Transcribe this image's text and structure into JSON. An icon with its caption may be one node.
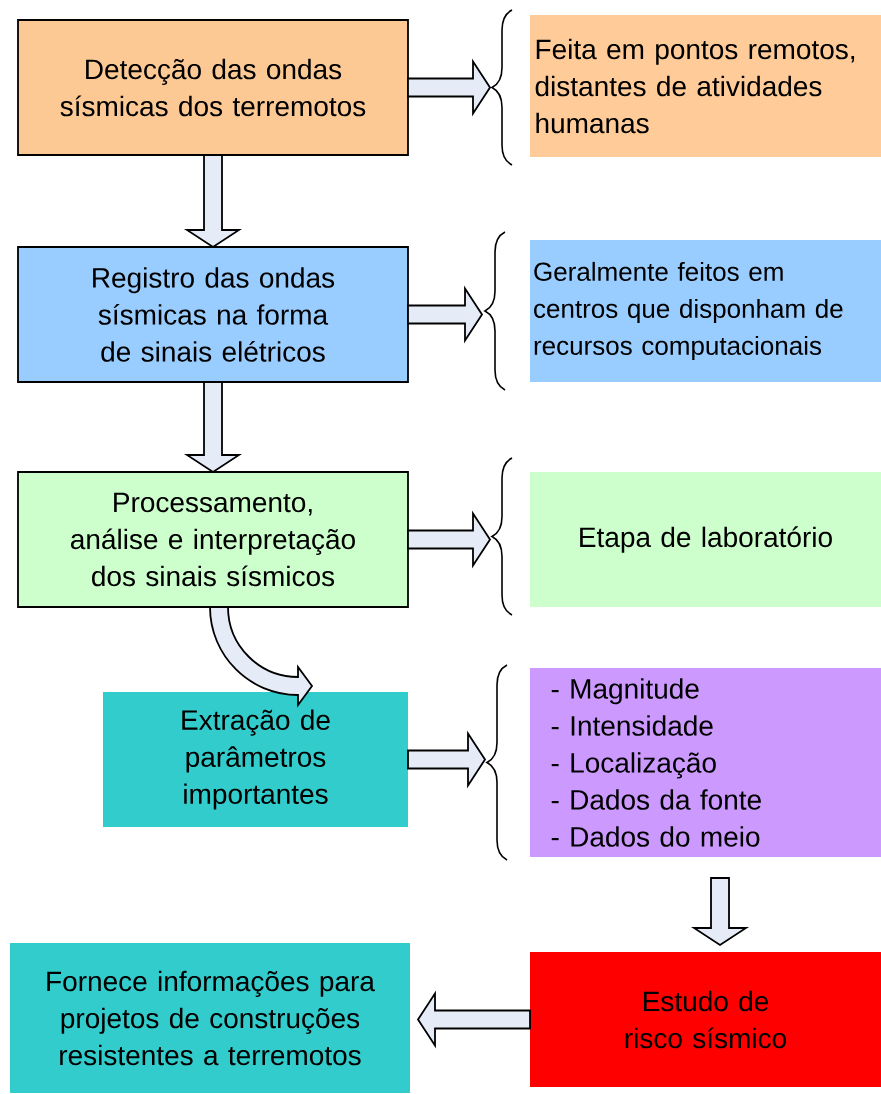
{
  "diagram": {
    "nodes": [
      {
        "text": [
          "Detecção das ondas sísmicas dos terremotos"
        ]
      },
      {
        "text": [
          "Feita em pontos remotos, distantes de atividades humanas"
        ]
      },
      {
        "text": [
          "Registro das ondas sísmicas na forma de sinais elétricos"
        ]
      },
      {
        "text": [
          "Geralmente feitos em centros que disponham de recursos computacionais"
        ]
      },
      {
        "text": [
          "Processamento, análise e interpretação dos sinais sísmicos"
        ]
      },
      {
        "text": [
          "Etapa de laboratório"
        ]
      },
      {
        "text": [
          "Extração de parâmetros importantes"
        ]
      },
      {
        "text": [
          "- Magnitude",
          "- Intensidade",
          "- Localização",
          "- Dados da fonte",
          "- Dados do meio"
        ]
      },
      {
        "text": [
          "Estudo de risco sísmico"
        ]
      },
      {
        "text": [
          "Fornece informações para projetos de construções resistentes a terremotos"
        ]
      }
    ],
    "edges": [
      {
        "from": 0,
        "to": 1,
        "arrow": "to"
      },
      {
        "from": 0,
        "to": 2,
        "arrow": "to"
      },
      {
        "from": 2,
        "to": 3,
        "arrow": "to"
      },
      {
        "from": 2,
        "to": 4,
        "arrow": "to"
      },
      {
        "from": 4,
        "to": 5,
        "arrow": "to"
      },
      {
        "from": 4,
        "to": 6,
        "arrow": "to"
      },
      {
        "from": 6,
        "to": 7,
        "arrow": "to"
      },
      {
        "from": 7,
        "to": 8,
        "arrow": "to"
      },
      {
        "from": 8,
        "to": 9,
        "arrow": "to"
      }
    ]
  }
}
